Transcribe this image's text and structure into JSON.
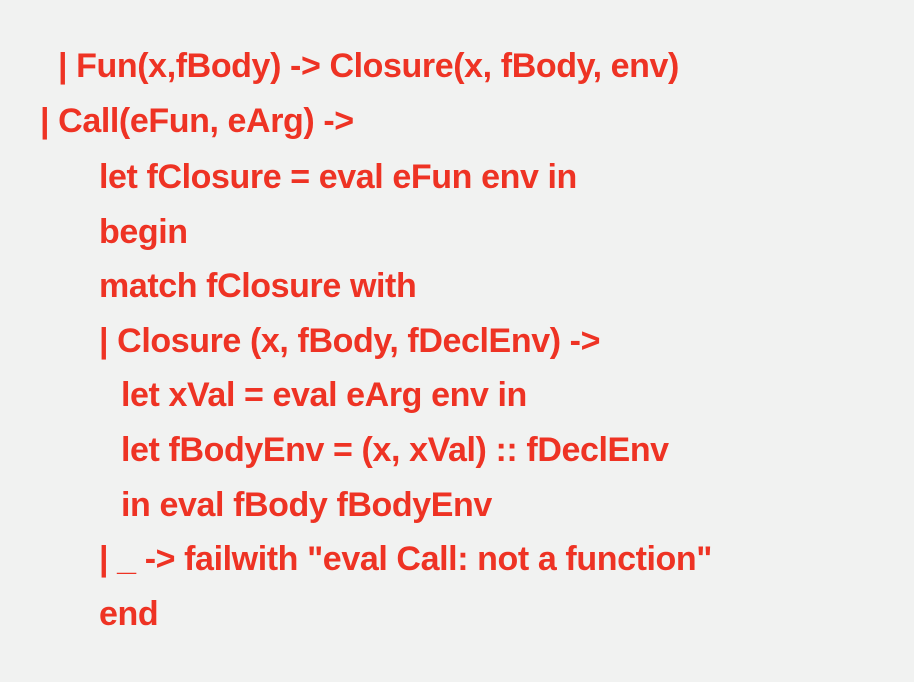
{
  "code": {
    "lines": [
      "| Fun(x,fBody) -> Closure(x, fBody, env)",
      "| Call(eFun, eArg) ->",
      "let fClosure = eval eFun env in",
      "begin",
      "match fClosure with",
      "| Closure (x, fBody, fDeclEnv) ->",
      "let xVal = eval eArg env in",
      "let fBodyEnv = (x, xVal) :: fDeclEnv",
      "in eval fBody fBodyEnv",
      "| _ -> failwith \"eval Call: not a function\"",
      "end"
    ]
  },
  "colors": {
    "text": "#ee3324",
    "background": "#f1f2f1"
  }
}
